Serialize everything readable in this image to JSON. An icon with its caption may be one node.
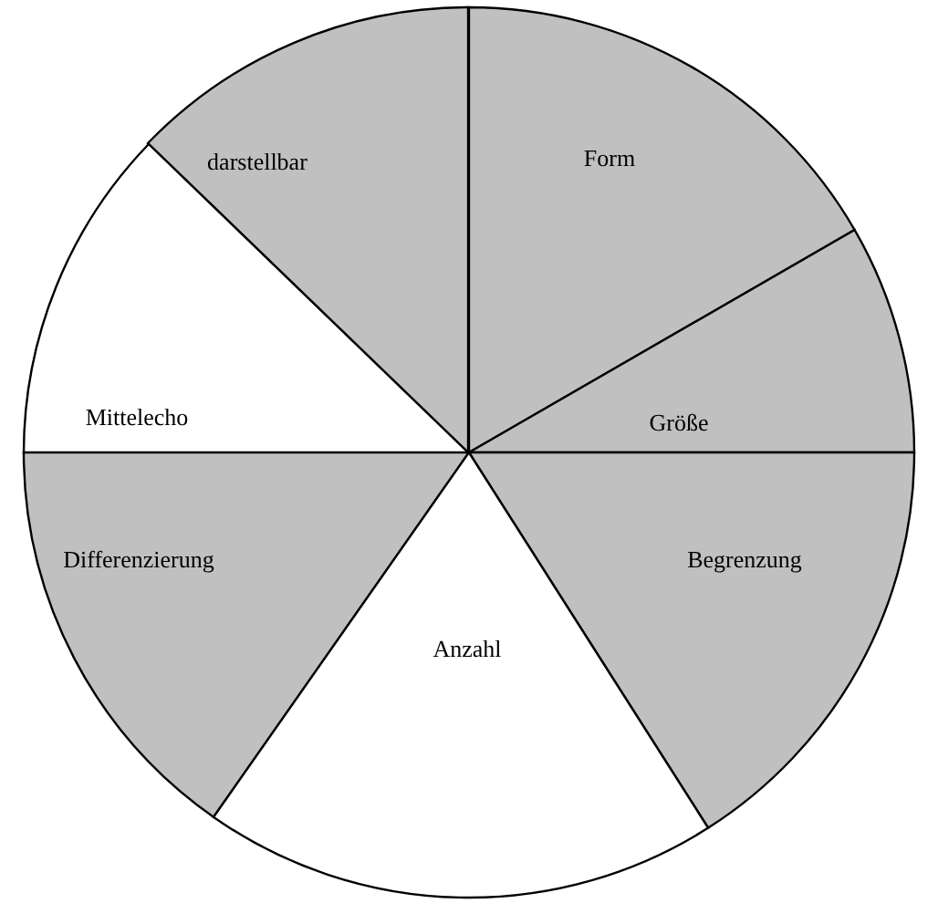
{
  "diagram": {
    "nodes": [
      {
        "text": [
          "darstellbar"
        ]
      },
      {
        "text": [
          "Form"
        ]
      },
      {
        "text": [
          "Mittelecho"
        ]
      },
      {
        "text": [
          "Größe"
        ]
      },
      {
        "text": [
          "Differenzierung"
        ]
      },
      {
        "text": [
          "Begrenzung"
        ]
      },
      {
        "text": [
          "Anzahl"
        ]
      }
    ]
  }
}
